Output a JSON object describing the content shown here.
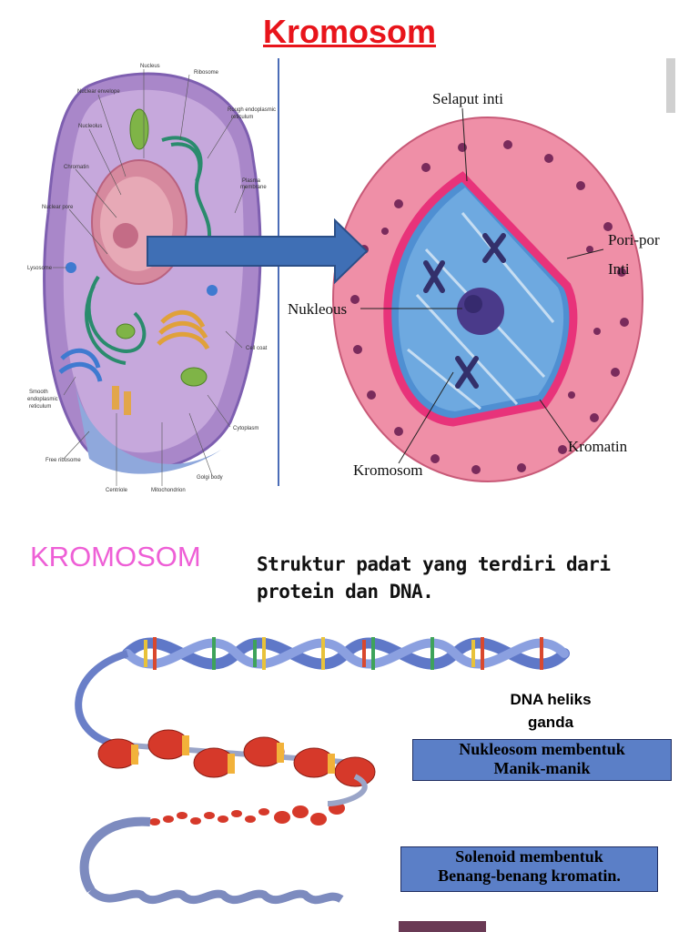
{
  "title": "Kromosom",
  "cell_diagram": {
    "labels": [
      "Nucleus",
      "Ribosome",
      "Nuclear envelope",
      "Rough endoplasmic reticulum",
      "Nucleolus",
      "Chromatin",
      "Plasma membrane",
      "Nuclear pore",
      "Lysosome",
      "Cell coat",
      "Smooth endoplasmic reticulum",
      "Cytoplasm",
      "Free ribosome",
      "Golgi body",
      "Centriole",
      "Mitochondrion"
    ]
  },
  "nucleus_diagram": {
    "labels": {
      "selaput": "Selaput inti",
      "pori1": "Pori-por",
      "pori2": "Inti",
      "nukleous": "Nukleous",
      "kromatin": "Kromatin",
      "kromosom": "Kromosom"
    }
  },
  "section": {
    "heading": "KROMOSOM",
    "description": "Struktur padat yang terdiri dari protein dan DNA."
  },
  "dna_labels": {
    "helix_line1": "DNA heliks",
    "helix_line2": "ganda",
    "nukleosom_line1": "Nukleosom membentuk",
    "nukleosom_line2": "Manik-manik",
    "solenoid_line1": "Solenoid  membentuk",
    "solenoid_line2": "Benang-benang kromatin."
  },
  "colors": {
    "title": "#e8141b",
    "heading": "#ee5fd6",
    "box_fill": "#5b7fc7",
    "arrow": "#3f6fb5"
  }
}
